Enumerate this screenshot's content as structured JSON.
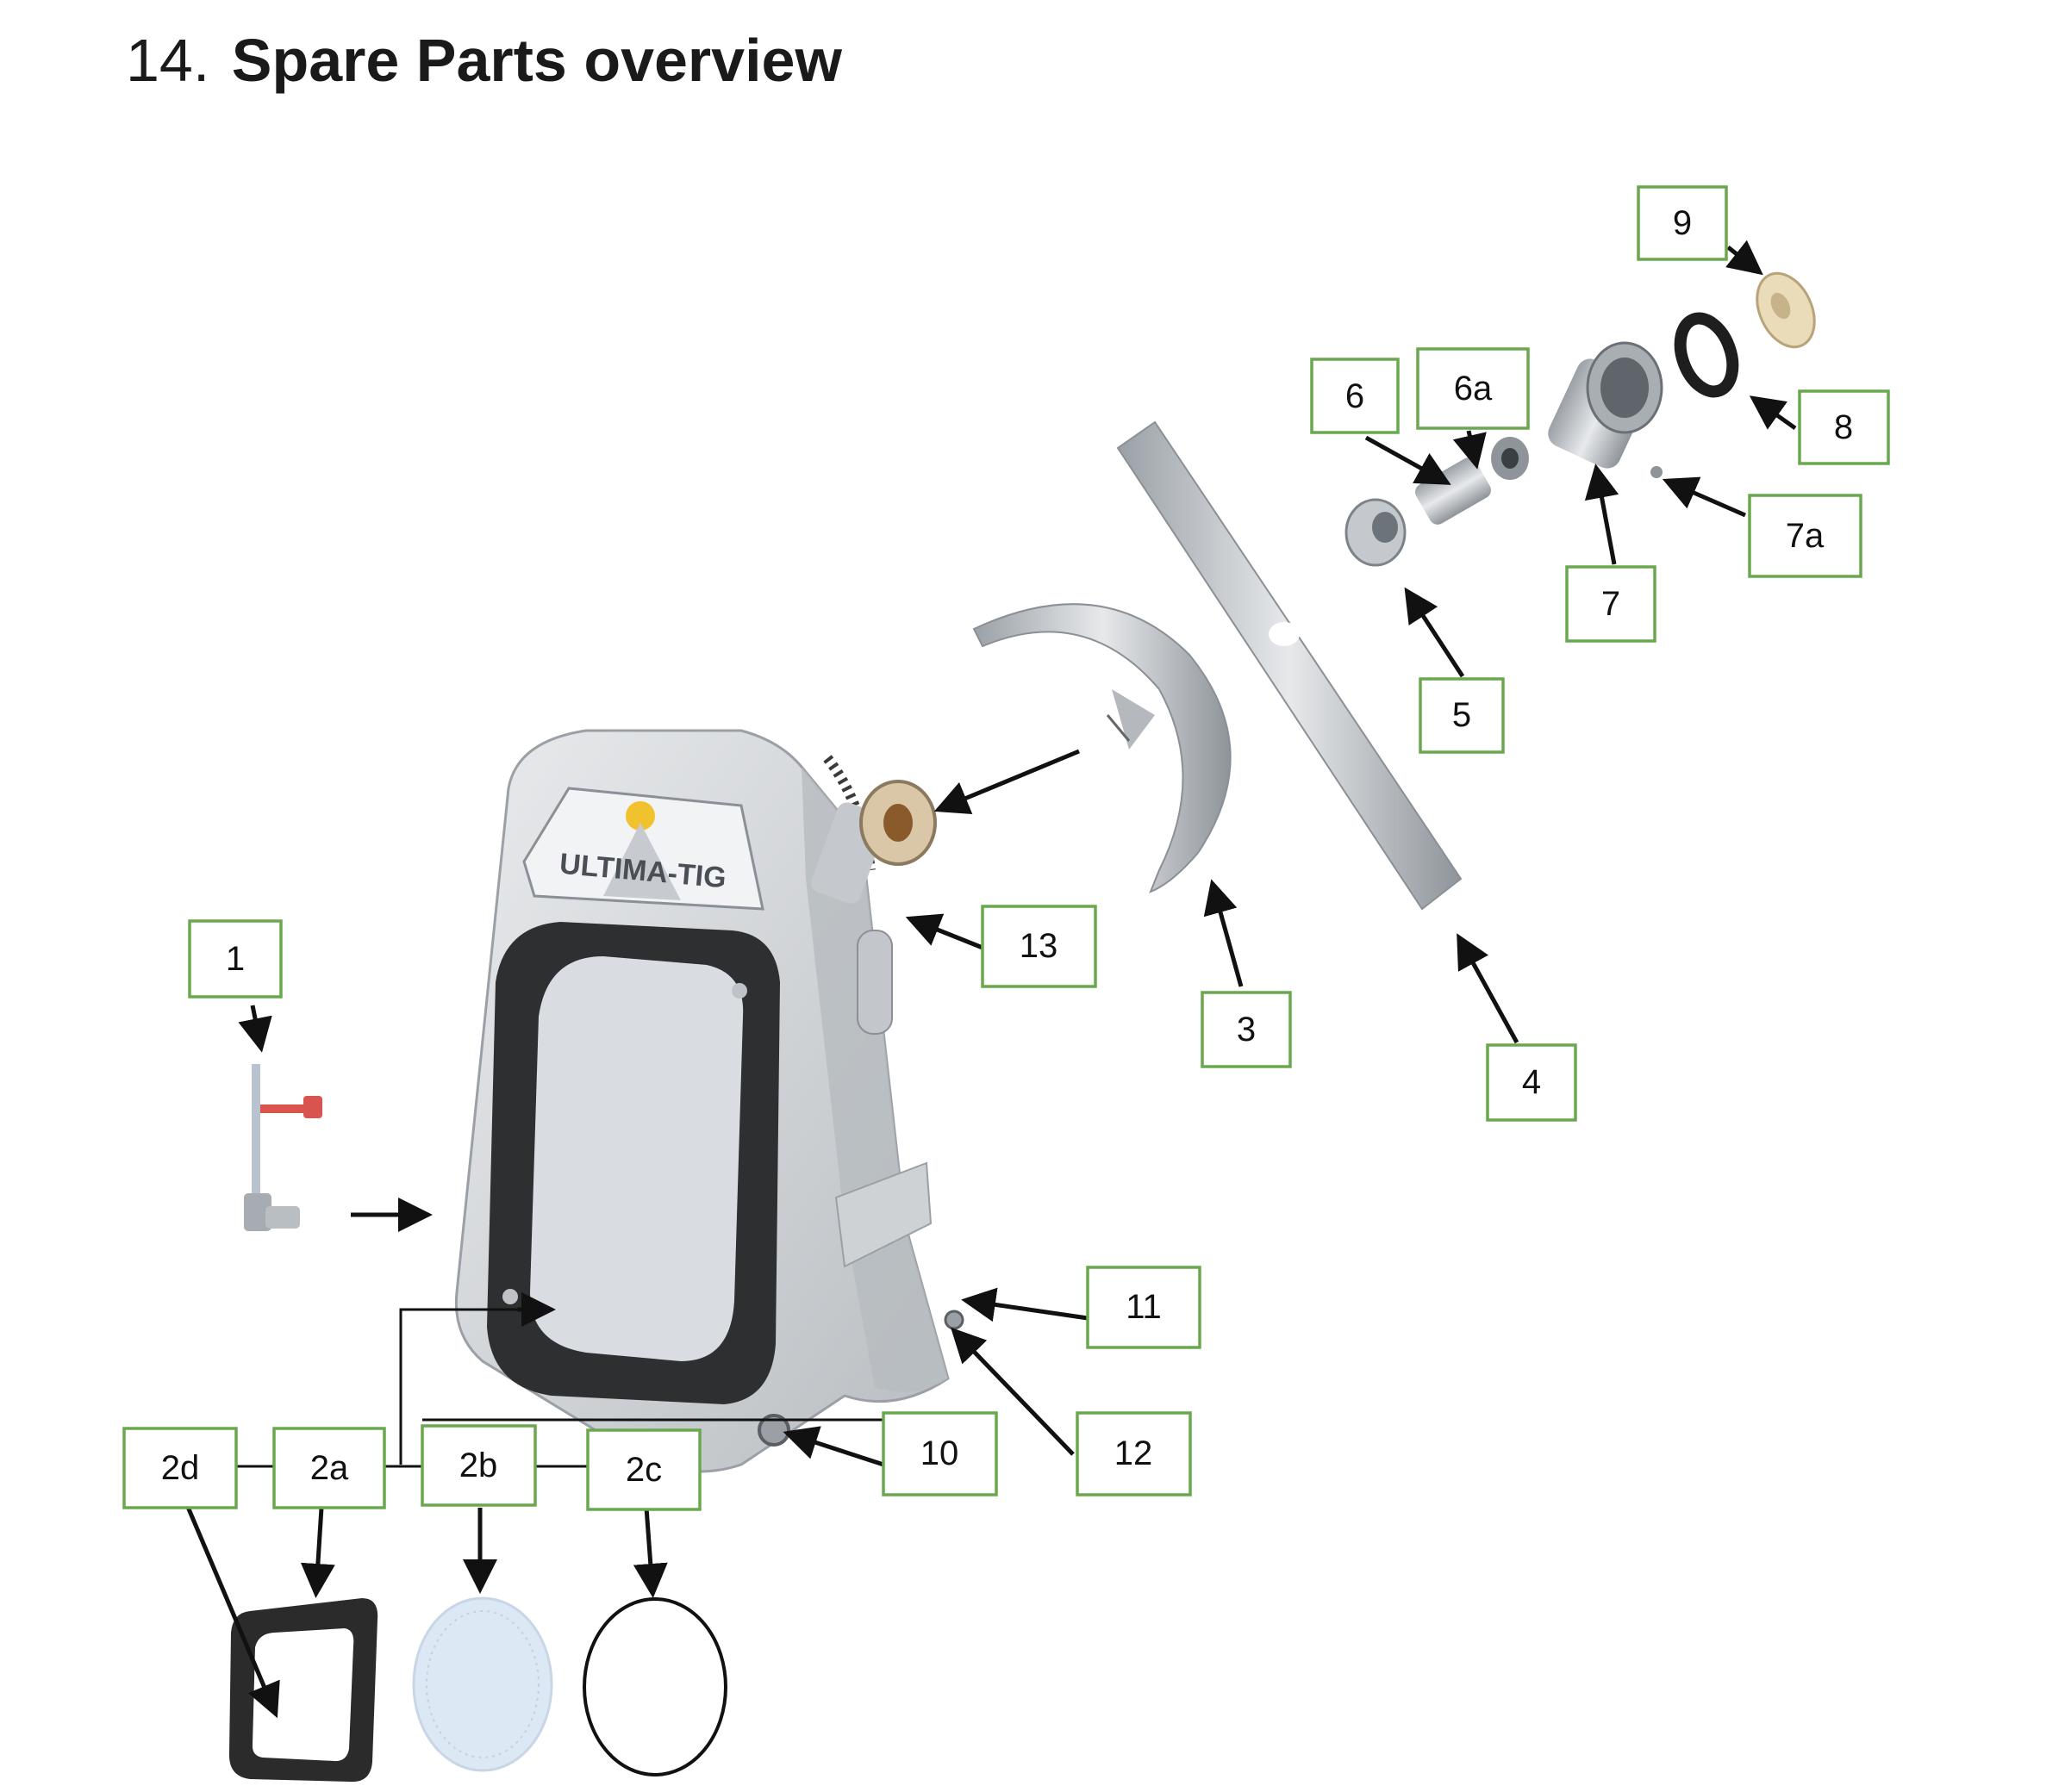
{
  "header": {
    "section_number": "14.",
    "title": "Spare Parts overview"
  },
  "product": {
    "logo_text": "ULTIMA-TIG"
  },
  "colors": {
    "callout_border": "#6aa84f",
    "arrow": "#111111",
    "logo_accent": "#f2c12e",
    "part_housing": "#d5d8db",
    "part_gasket": "#2b2b2b"
  },
  "callouts": [
    {
      "id": "c1",
      "label": "1"
    },
    {
      "id": "c2a",
      "label": "2a"
    },
    {
      "id": "c2b",
      "label": "2b"
    },
    {
      "id": "c2c",
      "label": "2c"
    },
    {
      "id": "c2d",
      "label": "2d"
    },
    {
      "id": "c3",
      "label": "3"
    },
    {
      "id": "c4",
      "label": "4"
    },
    {
      "id": "c5",
      "label": "5"
    },
    {
      "id": "c6",
      "label": "6"
    },
    {
      "id": "c6a",
      "label": "6a"
    },
    {
      "id": "c7",
      "label": "7"
    },
    {
      "id": "c7a",
      "label": "7a"
    },
    {
      "id": "c8",
      "label": "8"
    },
    {
      "id": "c9",
      "label": "9"
    },
    {
      "id": "c10",
      "label": "10"
    },
    {
      "id": "c11",
      "label": "11"
    },
    {
      "id": "c12",
      "label": "12"
    },
    {
      "id": "c13",
      "label": "13"
    }
  ]
}
